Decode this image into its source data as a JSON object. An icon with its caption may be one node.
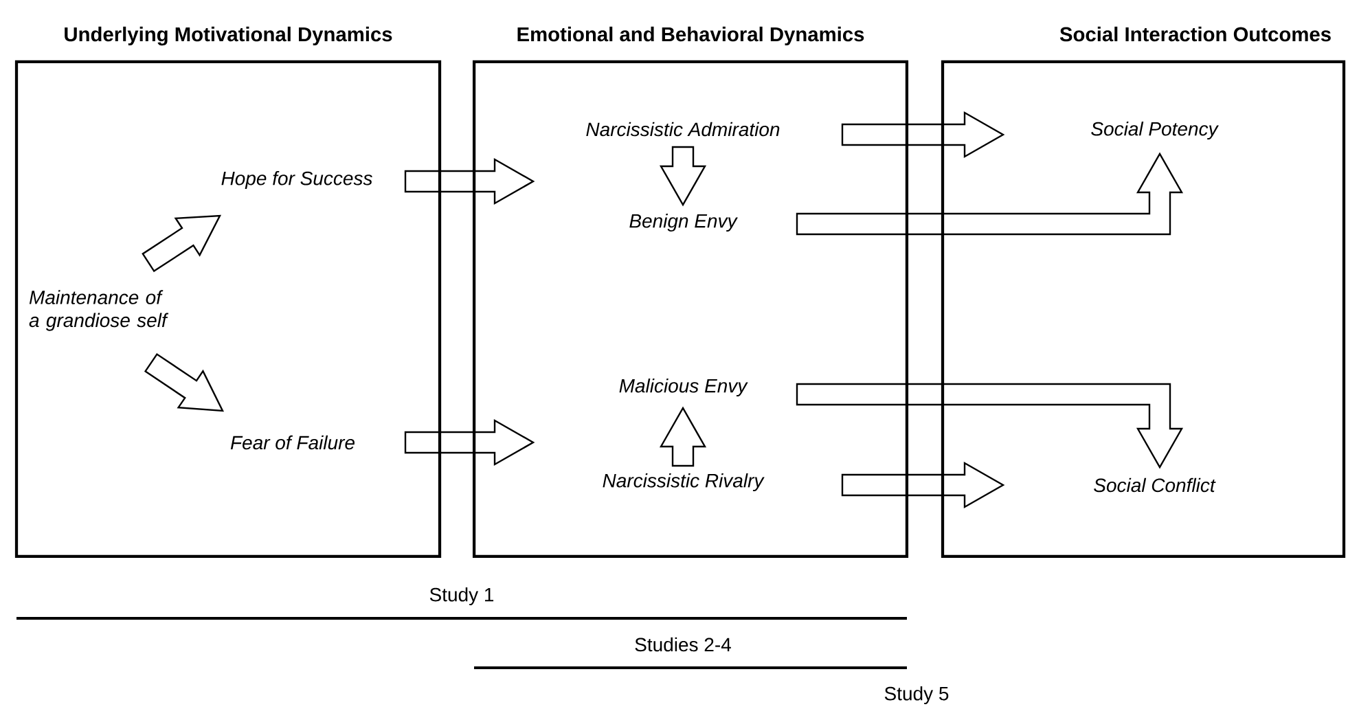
{
  "diagram": {
    "nodes": [
      {
        "text": [
          "Underlying Motivational Dynamics"
        ]
      },
      {
        "text": [
          "Emotional and Behavioral Dynamics"
        ]
      },
      {
        "text": [
          "Social Interaction Outcomes"
        ]
      },
      {
        "text": [
          "Maintenance of a grandiose self"
        ],
        "in": 0
      },
      {
        "text": [
          "Hope for Success"
        ],
        "in": 0
      },
      {
        "text": [
          "Fear of Failure"
        ],
        "in": 0
      },
      {
        "text": [
          "Narcissistic Admiration"
        ],
        "in": 1
      },
      {
        "text": [
          "Benign Envy"
        ],
        "in": 1
      },
      {
        "text": [
          "Malicious Envy"
        ],
        "in": 1
      },
      {
        "text": [
          "Narcissistic Rivalry"
        ],
        "in": 1
      },
      {
        "text": [
          "Social Potency"
        ],
        "in": 2
      },
      {
        "text": [
          "Social Conflict"
        ],
        "in": 2
      }
    ],
    "edges": [
      {
        "from": 3,
        "to": 4,
        "arrow": "to"
      },
      {
        "from": 3,
        "to": 5,
        "arrow": "to"
      },
      {
        "from": 4,
        "to": 7,
        "arrow": "to"
      },
      {
        "from": 5,
        "to": 8,
        "arrow": "to"
      },
      {
        "from": 6,
        "to": 7,
        "arrow": "to"
      },
      {
        "from": 9,
        "to": 8,
        "arrow": "to"
      },
      {
        "from": 6,
        "to": 10,
        "arrow": "to"
      },
      {
        "from": 7,
        "to": 10,
        "arrow": "to"
      },
      {
        "from": 8,
        "to": 11,
        "arrow": "to"
      },
      {
        "from": 9,
        "to": 11,
        "arrow": "to"
      }
    ],
    "labels": [
      "Study 1",
      "Studies 2-4",
      "Study 5"
    ]
  }
}
